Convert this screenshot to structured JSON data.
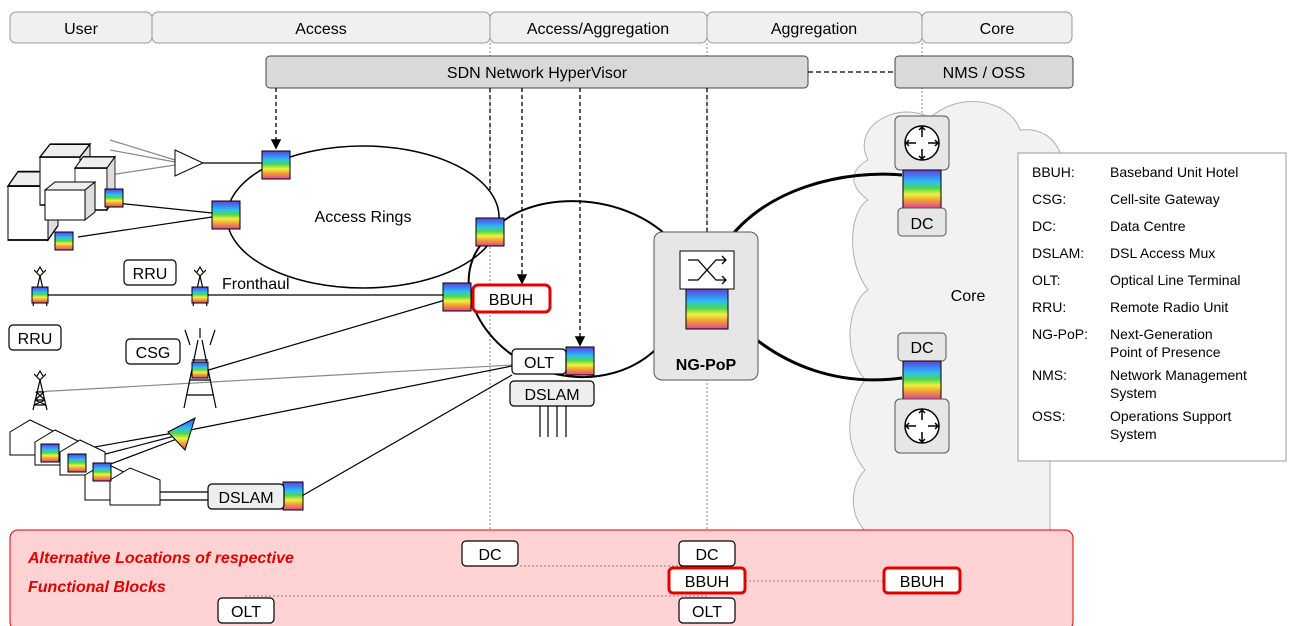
{
  "columns": [
    "User",
    "Access",
    "Access/Aggregation",
    "Aggregation",
    "Core"
  ],
  "hypervisor": "SDN Network HyperVisor",
  "nms_oss": "NMS / OSS",
  "labels": {
    "access_rings": "Access Rings",
    "fronthaul": "Fronthaul",
    "rru_top": "RRU",
    "rru_left": "RRU",
    "csg": "CSG",
    "bbuh": "BBUH",
    "olt": "OLT",
    "dslam_center": "DSLAM",
    "dslam_bottom": "DSLAM",
    "ngpop": "NG-PoP",
    "dc_top": "DC",
    "dc_bottom": "DC",
    "core": "Core"
  },
  "legend": [
    {
      "abbr": "BBUH:",
      "text": [
        "Baseband Unit Hotel"
      ]
    },
    {
      "abbr": "CSG:",
      "text": [
        "Cell-site Gateway"
      ]
    },
    {
      "abbr": "DC:",
      "text": [
        "Data Centre"
      ]
    },
    {
      "abbr": "DSLAM:",
      "text": [
        "DSL Access Mux"
      ]
    },
    {
      "abbr": "OLT:",
      "text": [
        "Optical Line Terminal"
      ]
    },
    {
      "abbr": "RRU:",
      "text": [
        "Remote Radio Unit"
      ]
    },
    {
      "abbr": "NG-PoP:",
      "text": [
        "Next-Generation",
        "Point of Presence"
      ]
    },
    {
      "abbr": "NMS:",
      "text": [
        "Network Management",
        "System"
      ]
    },
    {
      "abbr": "OSS:",
      "text": [
        "Operations Support",
        "System"
      ]
    }
  ],
  "alternatives": {
    "title_line1": "Alternative Locations of respective",
    "title_line2": "Functional Blocks",
    "dc_1": "DC",
    "dc_2": "DC",
    "bbuh_1": "BBUH",
    "bbuh_2": "BBUH",
    "olt_1": "OLT",
    "olt_2": "OLT"
  },
  "colors": {
    "alt_fill": "#ffd3d3",
    "alt_border": "#e00000",
    "highlight": "#e00000",
    "header_fill": "#f0f0f0",
    "hypervisor_fill": "#d9d9d9"
  }
}
